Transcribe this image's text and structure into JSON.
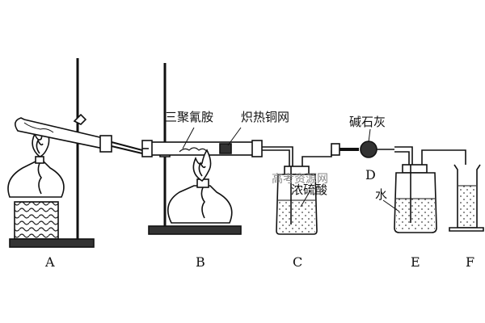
{
  "labels": {
    "A": "A",
    "B": "B",
    "C": "C",
    "D": "D",
    "E": "E",
    "F": "F"
  },
  "annotations": {
    "melamine": "三聚氰胺",
    "hot_copper_mesh": "炽热铜网",
    "soda_lime": "碱石灰",
    "conc_sulfuric_acid": "浓硫酸",
    "water": "水"
  },
  "watermark": "高考资源网"
}
